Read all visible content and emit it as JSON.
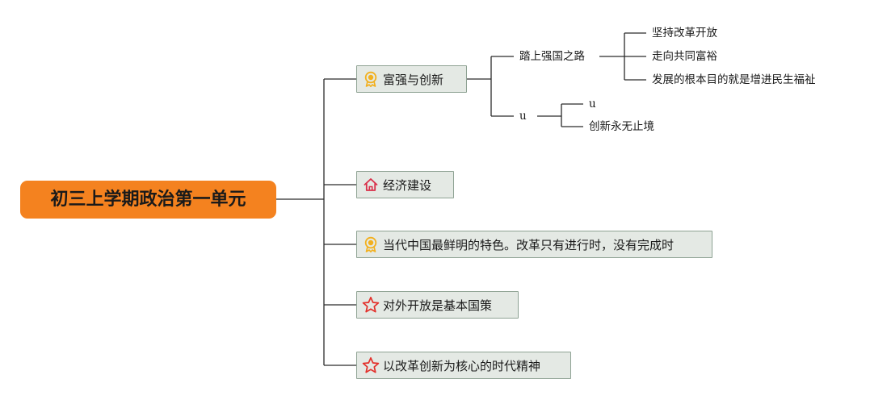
{
  "root": {
    "title": "初三上学期政治第一单元"
  },
  "branches": [
    {
      "label": "富强与创新",
      "icon": "medal-icon"
    },
    {
      "label": "经济建设",
      "icon": "house-icon"
    },
    {
      "label": "当代中国最鲜明的特色。改革只有进行时，没有完成时",
      "icon": "medal-icon"
    },
    {
      "label": "对外开放是基本国策",
      "icon": "star-icon"
    },
    {
      "label": "以改革创新为核心的时代精神",
      "icon": "star-icon"
    }
  ],
  "subtopics": [
    {
      "label": "踏上强国之路",
      "children": [
        "坚持改革开放",
        "走向共同富裕",
        "发展的根本目的就是增进民生福祉"
      ]
    },
    {
      "label": "u",
      "children": [
        "u",
        "创新永无止境"
      ]
    }
  ],
  "colors": {
    "root_fill": "#f4821f",
    "node_fill": "#e4e9e4",
    "node_border": "#8ea293",
    "connector": "#2b2b2b",
    "medal": "#f2b01e",
    "house": "#d9304a",
    "star": "#e3302b"
  }
}
